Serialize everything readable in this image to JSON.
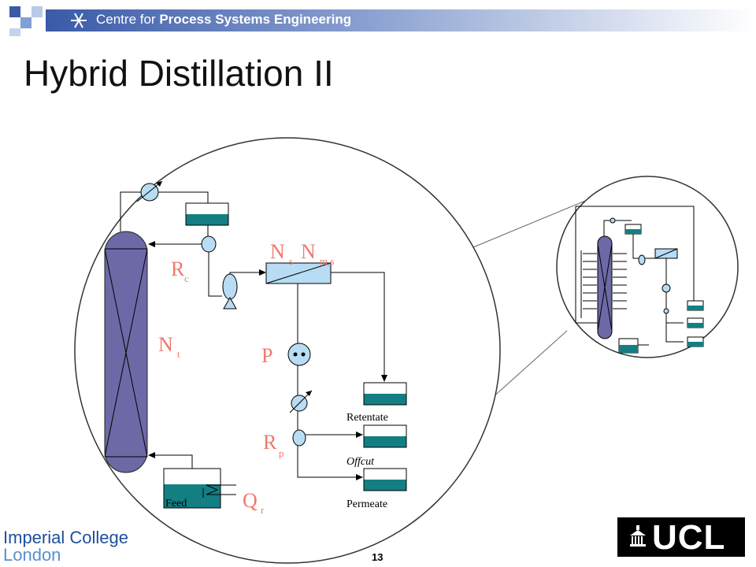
{
  "header": {
    "prefix": "Centre for ",
    "emphasis": "Process Systems Engineering"
  },
  "slide": {
    "title": "Hybrid Distillation II",
    "page_number": "13"
  },
  "diagram": {
    "labels": {
      "rc_main": "R",
      "rc_sub": "c",
      "nt_main": "N",
      "nt_sub": "t",
      "ns_main": "N",
      "ns_sub": "s",
      "nms_main": "N",
      "nms_sub": "m,s",
      "p": "P",
      "rp_main": "R",
      "rp_sub": "p",
      "qr_main": "Q",
      "qr_sub": "r",
      "feed": "Feed",
      "retentate": "Retentate",
      "offcut": "Offcut",
      "permeate": "Permeate"
    },
    "colors": {
      "column": "#6d69a6",
      "tank_liquid": "#137f83",
      "vessel": "#b7dcf3",
      "label": "#f0786e"
    }
  },
  "footer": {
    "imperial_line1": "Imperial College",
    "imperial_line2": "London",
    "ucl": "UCL"
  }
}
